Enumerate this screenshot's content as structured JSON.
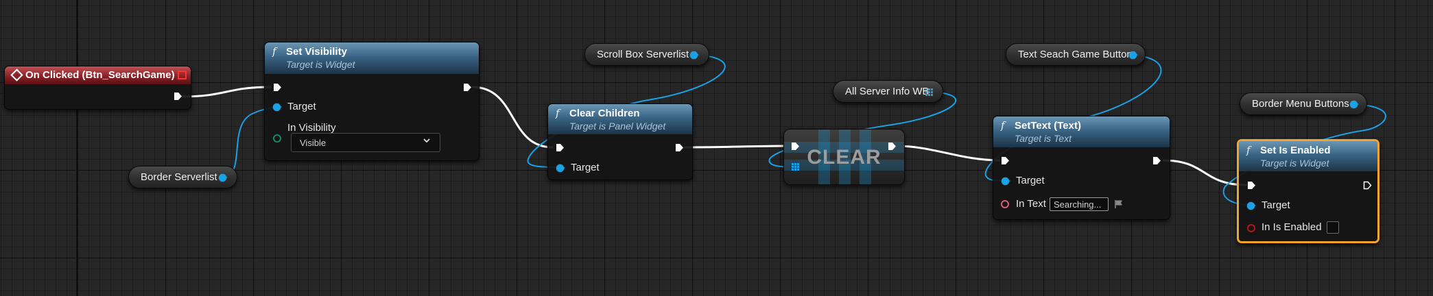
{
  "graph": {
    "grid_color": "#262626",
    "wire_exec_color": "#ffffff",
    "wire_data_color": "#1aa2e6",
    "selection_color": "#f3a330"
  },
  "nodes": {
    "on_clicked": {
      "title": "On Clicked (Btn_SearchGame)"
    },
    "set_visibility": {
      "title": "Set Visibility",
      "subtitle": "Target is Widget",
      "target_label": "Target",
      "in_visibility_label": "In Visibility",
      "visibility_value": "Visible"
    },
    "border_serverlist": {
      "label": "Border Serverlist"
    },
    "scroll_box_serverlist": {
      "label": "Scroll Box Serverlist"
    },
    "clear_children": {
      "title": "Clear Children",
      "subtitle": "Target is Panel Widget",
      "target_label": "Target"
    },
    "all_server_info_wb": {
      "label": "All Server Info WB"
    },
    "clear": {
      "label": "CLEAR"
    },
    "text_search_game_button": {
      "label": "Text Seach Game Button"
    },
    "set_text": {
      "title": "SetText (Text)",
      "subtitle": "Target is Text",
      "target_label": "Target",
      "in_text_label": "In Text",
      "in_text_value": "Searching..."
    },
    "border_menu_buttons": {
      "label": "Border Menu Buttons"
    },
    "set_is_enabled": {
      "title": "Set Is Enabled",
      "subtitle": "Target is Widget",
      "target_label": "Target",
      "in_is_enabled_label": "In Is Enabled",
      "in_is_enabled_value": false
    }
  }
}
